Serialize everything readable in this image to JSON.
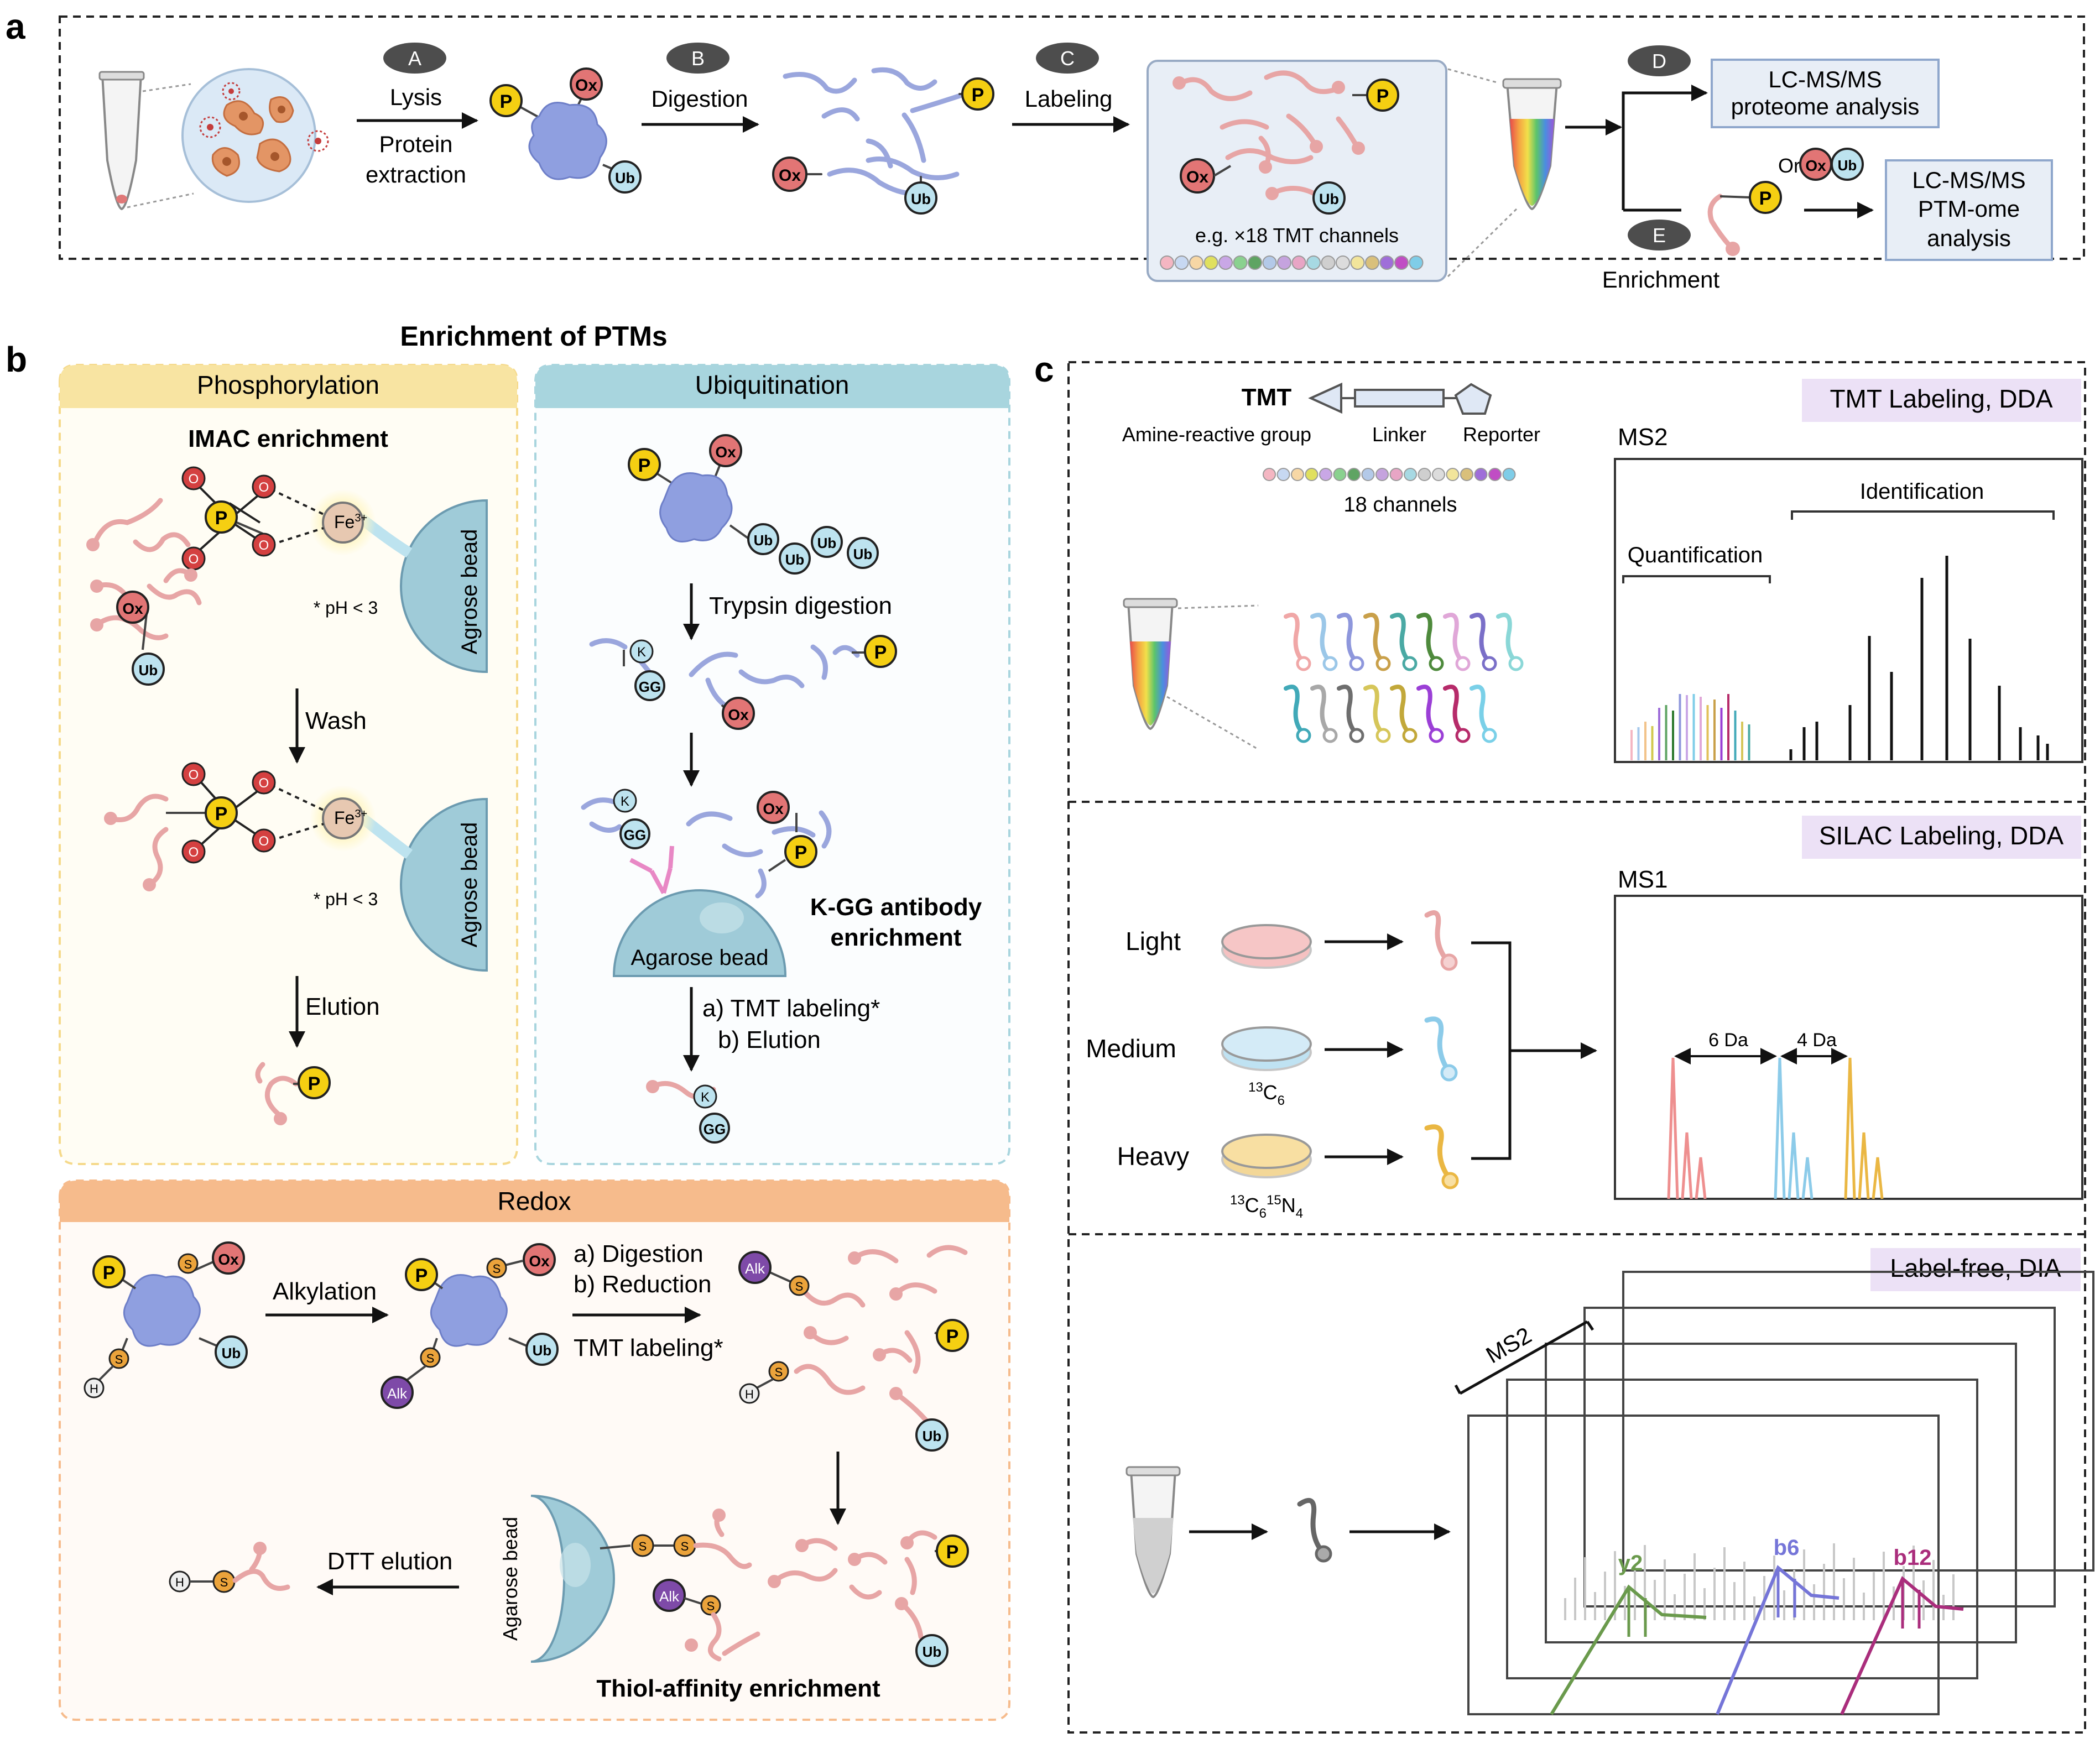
{
  "panel_letters": {
    "a": "a",
    "b": "b",
    "c": "c"
  },
  "panel_a": {
    "steps": [
      {
        "letter": "A",
        "label_lines": [
          "Lysis"
        ],
        "sub_lines": [
          "Protein",
          "extraction"
        ]
      },
      {
        "letter": "B",
        "label_lines": [
          "Digestion"
        ]
      },
      {
        "letter": "C",
        "label_lines": [
          "Labeling"
        ]
      },
      {
        "letter": "D"
      },
      {
        "letter": "E",
        "sub_lines": [
          "Enrichment"
        ]
      }
    ],
    "tmt_note": "e.g. ×18 TMT channels",
    "lcms_proteome": [
      "LC-MS/MS",
      "proteome analysis"
    ],
    "lcms_ptm": [
      "LC-MS/MS",
      "PTM-ome",
      "analysis"
    ],
    "or_label": "Or"
  },
  "markers": {
    "P": "P",
    "Ox": "Ox",
    "Ub": "Ub",
    "Alk": "Alk",
    "S": "S",
    "H": "H",
    "K": "K",
    "GG": "GG",
    "O": "O",
    "Fe": "Fe",
    "Fe_sup": "3+"
  },
  "panel_b": {
    "title": "Enrichment of PTMs",
    "phospho": {
      "header": "Phosphorylation",
      "method": "IMAC enrichment",
      "ph_note": "* pH < 3",
      "bead": "Agrose bead",
      "wash": "Wash",
      "elution": "Elution"
    },
    "ubiq": {
      "header": "Ubiquitination",
      "trypsin": "Trypsin digestion",
      "antibody": [
        "K-GG antibody",
        "enrichment"
      ],
      "bead": "Agarose bead",
      "steps": [
        "a) TMT labeling*",
        "b) Elution"
      ]
    },
    "redox": {
      "header": "Redox",
      "alkylation": "Alkylation",
      "steps": [
        "a) Digestion",
        "b) Reduction"
      ],
      "tmt": "TMT labeling*",
      "dtt": "DTT elution",
      "bead": "Agarose bead",
      "thiol": "Thiol-affinity enrichment"
    }
  },
  "panel_c": {
    "tmt": {
      "tag": "TMT Labeling, DDA",
      "tmt_label": "TMT",
      "parts": [
        "Amine-reactive group",
        "Linker",
        "Reporter"
      ],
      "channels": "18 channels",
      "ms": "MS2",
      "quant": "Quantification",
      "ident": "Identification"
    },
    "silac": {
      "tag": "SILAC Labeling, DDA",
      "ms": "MS1",
      "light": "Light",
      "medium": "Medium",
      "heavy": "Heavy",
      "medium_iso": {
        "mass": "13",
        "elem": "C",
        "sub": "6"
      },
      "heavy_iso": {
        "mass1": "13",
        "elem1": "C",
        "sub1": "6",
        "mass2": "15",
        "elem2": "N",
        "sub2": "4"
      },
      "d6": "6 Da",
      "d4": "4 Da"
    },
    "dia": {
      "tag": "Label-free, DIA",
      "ms": "MS2",
      "ions": [
        "y2",
        "b6",
        "b12"
      ]
    }
  },
  "colors": {
    "phospho_yellow": "#f5cf12",
    "ox_red": "#e27575",
    "ub_blue": "#bde3ef",
    "peptide_pink": "#e7a5a5",
    "peptide_blue": "#9aa6dd",
    "protein_blue": "#8f9fe0",
    "alk_purple": "#7e4aa8",
    "thiol_orange": "#eba33b",
    "bead_blue": "#9fcbd8",
    "phospho_header": "#f8e4a2",
    "ubiq_header": "#a8d5de",
    "redox_header": "#f6bb8c",
    "tag_lavender": "#ece1f6",
    "silac_light": "#ee8f8f",
    "silac_medium": "#8ccbe9",
    "silac_heavy": "#eab743",
    "ion_y2": "#6a9a4c",
    "ion_b6": "#7575d8",
    "ion_b12": "#aa2d7c"
  }
}
